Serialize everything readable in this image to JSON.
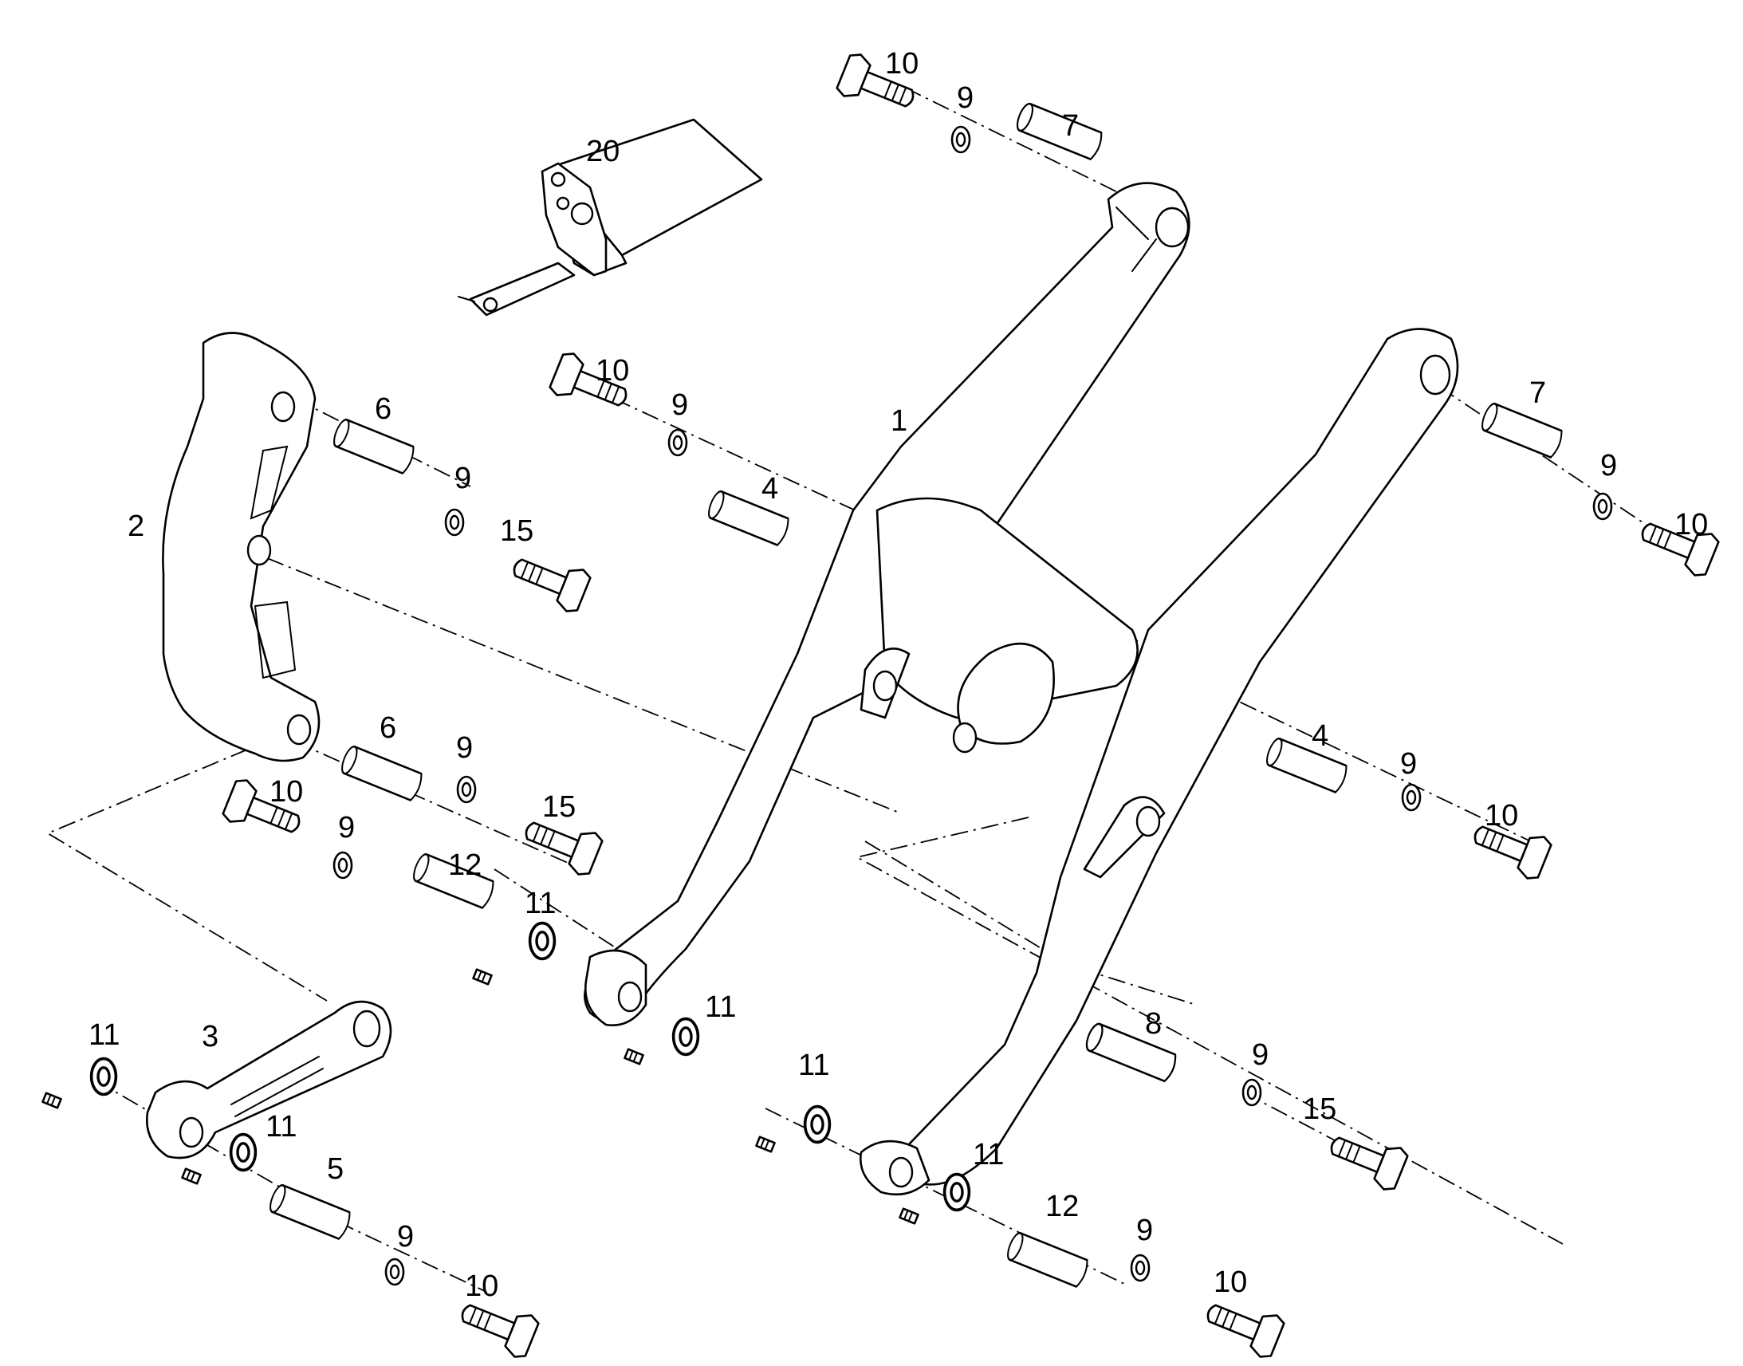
{
  "callouts": [
    {
      "id": "c1",
      "text": "1"
    },
    {
      "id": "c2",
      "text": "2"
    },
    {
      "id": "c3",
      "text": "3"
    },
    {
      "id": "c4a",
      "text": "4"
    },
    {
      "id": "c4b",
      "text": "4"
    },
    {
      "id": "c5",
      "text": "5"
    },
    {
      "id": "c6a",
      "text": "6"
    },
    {
      "id": "c6b",
      "text": "6"
    },
    {
      "id": "c7a",
      "text": "7"
    },
    {
      "id": "c7b",
      "text": "7"
    },
    {
      "id": "c8",
      "text": "8"
    },
    {
      "id": "c9a",
      "text": "9"
    },
    {
      "id": "c9b",
      "text": "9"
    },
    {
      "id": "c9c",
      "text": "9"
    },
    {
      "id": "c9d",
      "text": "9"
    },
    {
      "id": "c9e",
      "text": "9"
    },
    {
      "id": "c9f",
      "text": "9"
    },
    {
      "id": "c9g",
      "text": "9"
    },
    {
      "id": "c9h",
      "text": "9"
    },
    {
      "id": "c9i",
      "text": "9"
    },
    {
      "id": "c9j",
      "text": "9"
    },
    {
      "id": "c10a",
      "text": "10"
    },
    {
      "id": "c10b",
      "text": "10"
    },
    {
      "id": "c10c",
      "text": "10"
    },
    {
      "id": "c10d",
      "text": "10"
    },
    {
      "id": "c10e",
      "text": "10"
    },
    {
      "id": "c10f",
      "text": "10"
    },
    {
      "id": "c10g",
      "text": "10"
    },
    {
      "id": "c11a",
      "text": "11"
    },
    {
      "id": "c11b",
      "text": "11"
    },
    {
      "id": "c11c",
      "text": "11"
    },
    {
      "id": "c11d",
      "text": "11"
    },
    {
      "id": "c11e",
      "text": "11"
    },
    {
      "id": "c11f",
      "text": "11"
    },
    {
      "id": "c12a",
      "text": "12"
    },
    {
      "id": "c12b",
      "text": "12"
    },
    {
      "id": "c15a",
      "text": "15"
    },
    {
      "id": "c15b",
      "text": "15"
    },
    {
      "id": "c15c",
      "text": "15"
    },
    {
      "id": "c20",
      "text": "20"
    }
  ]
}
